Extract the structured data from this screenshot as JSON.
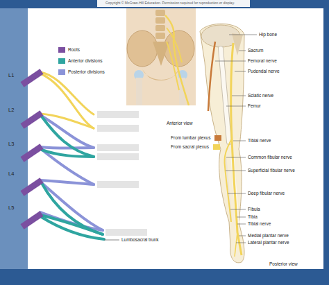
{
  "diagram": {
    "labels": [
      "Copyright © McGraw-Hill Education. Permission required for reproduction or display.",
      "L1",
      "L2",
      "L3",
      "L4",
      "L5",
      "Lumbosacral trunk",
      "Anterior view",
      "Hip bone",
      "Sacrum",
      "Femoral nerve",
      "Pudendal nerve",
      "Sciatic nerve",
      "Femur",
      "Tibial nerve",
      "Common fibular nerve",
      "Superficial fibular nerve",
      "Deep fibular nerve",
      "Fibula",
      "Tibia",
      "Tibial nerve",
      "Medial plantar nerve",
      "Lateral plantar nerve",
      "Posterior view"
    ],
    "legend": [
      {
        "text": "Roots",
        "color": "#7b4fa0"
      },
      {
        "text": "Anterior divisions",
        "color": "#2fa5a0"
      },
      {
        "text": "Posterior divisions",
        "color": "#8b93d8"
      },
      {
        "text": "From lumbar plexus",
        "color": "#c87a3a"
      },
      {
        "text": "From sacral plexus",
        "color": "#f2d45a"
      }
    ]
  }
}
